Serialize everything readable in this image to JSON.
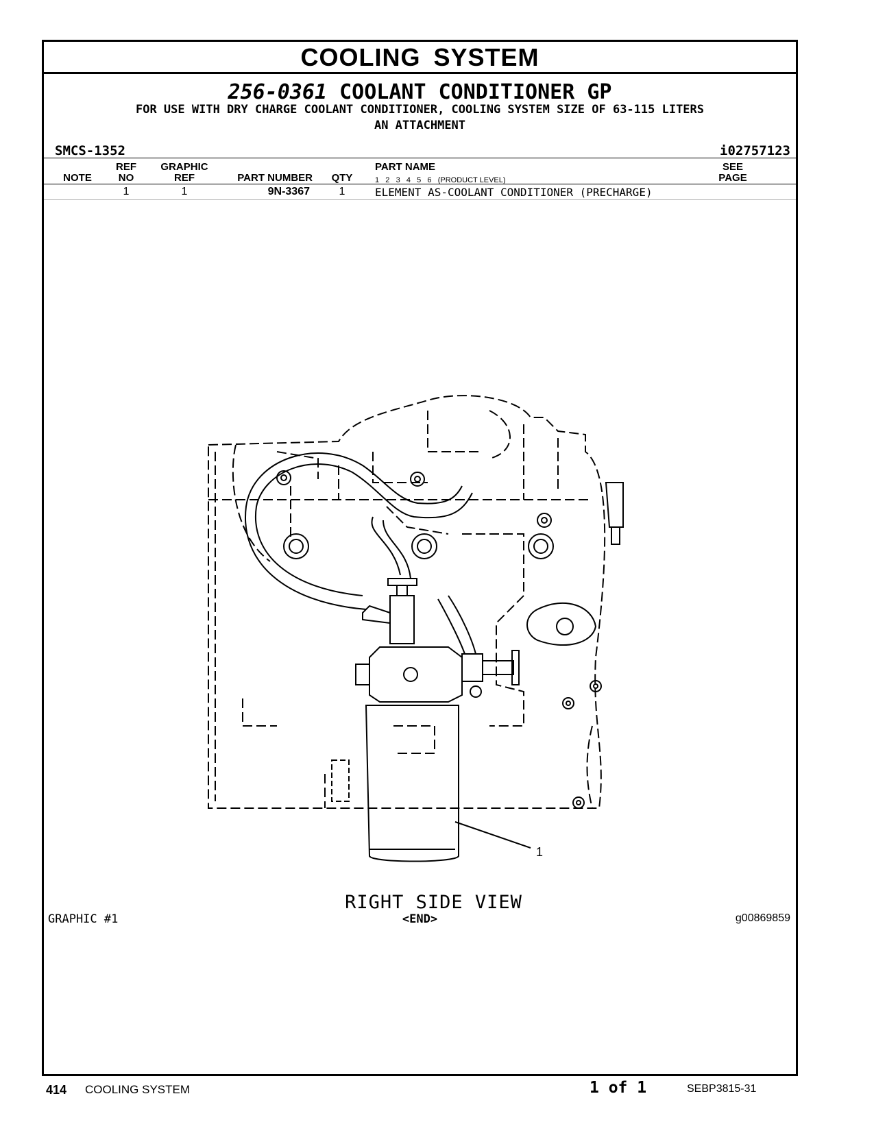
{
  "header": {
    "section_title": "COOLING SYSTEM",
    "part_group_number": "256-0361",
    "part_group_name": "COOLANT CONDITIONER GP",
    "subtitle_line1": "FOR USE WITH DRY CHARGE COOLANT CONDITIONER, COOLING SYSTEM SIZE OF 63-115 LITERS",
    "subtitle_line2": "AN ATTACHMENT",
    "smcs": "SMCS-1352",
    "doc_id": "i02757123"
  },
  "table": {
    "headers": {
      "note": "NOTE",
      "ref_top": "REF",
      "ref_bottom": "NO",
      "graphic_top": "GRAPHIC",
      "graphic_bottom": "REF",
      "part_number": "PART NUMBER",
      "qty": "QTY",
      "part_name": "PART NAME",
      "levels": "1   2   3   4   5   6   (PRODUCT LEVEL)",
      "see_top": "SEE",
      "see_bottom": "PAGE"
    },
    "rows": [
      {
        "note": "",
        "ref_no": "1",
        "graphic_ref": "1",
        "part_number": "9N-3367",
        "qty": "1",
        "part_name": "ELEMENT AS-COOLANT CONDITIONER (PRECHARGE)",
        "see_page": ""
      }
    ]
  },
  "graphic": {
    "callout": "1",
    "view_label": "RIGHT SIDE VIEW",
    "graphic_label": "GRAPHIC #1",
    "end_marker": "<END>",
    "graphic_id": "g00869859"
  },
  "footer": {
    "page_number": "414",
    "section": "COOLING SYSTEM",
    "page_of": "1 of 1",
    "publication": "SEBP3815-31"
  }
}
